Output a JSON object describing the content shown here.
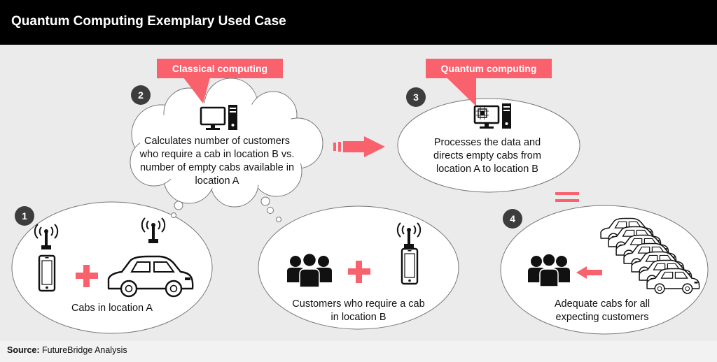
{
  "title": "Quantum Computing Exemplary Used Case",
  "colors": {
    "accent": "#f9616d",
    "dark": "#3d3d3d",
    "header": "#000000"
  },
  "steps": [
    {
      "number": "1",
      "text": "Cabs in location A"
    },
    {
      "number": "2",
      "badge": "",
      "text": "Calculates number of customers who require a cab in location B vs. number of empty cabs available in location A"
    },
    {
      "number": "3",
      "badge": "",
      "text": "Processes the data and directs empty cabs from location A to location B"
    },
    {
      "number": "4",
      "text": "Adequate cabs for all expecting customers"
    }
  ],
  "badges": {
    "classical": "Classical computing",
    "quantum": "Quantum computing"
  },
  "customers_text": "Customers who require a cab in location B",
  "source": {
    "label": "Source:",
    "text": " FutureBridge Analysis"
  },
  "icons": [
    "phone-icon",
    "antenna-icon",
    "car-icon",
    "plus-icon",
    "people-icon",
    "computer-icon",
    "quantum-computer-icon",
    "arrow-icon",
    "equals-icon"
  ]
}
